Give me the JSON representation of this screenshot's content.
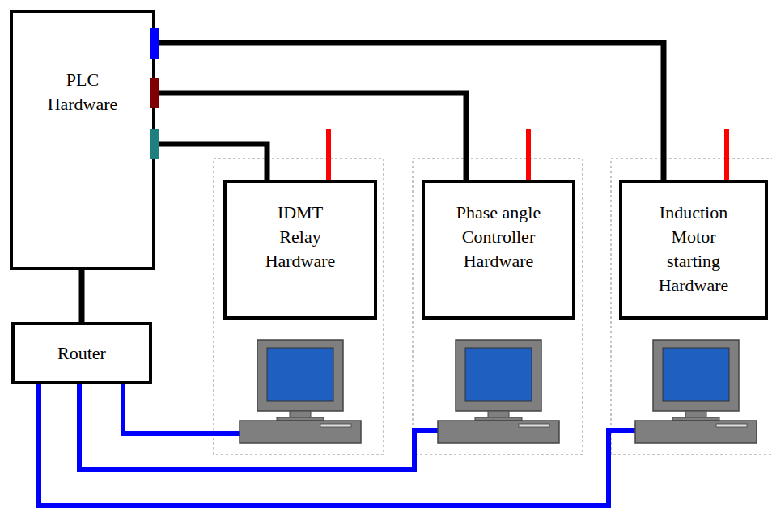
{
  "diagram": {
    "nodes": [
      {
        "text": [
          "PLC Hardware"
        ]
      },
      {
        "text": [
          "Router"
        ]
      },
      {
        "text": [
          "IDMT Relay Hardware"
        ]
      },
      {
        "text": [
          "Phase angle Controller Hardware"
        ]
      },
      {
        "text": [
          "Induction Motor starting Hardware"
        ]
      }
    ],
    "edges": [
      {
        "from": 0,
        "to": 2,
        "arrow": "none"
      },
      {
        "from": 0,
        "to": 3,
        "arrow": "none"
      },
      {
        "from": 0,
        "to": 4,
        "arrow": "none"
      },
      {
        "from": 0,
        "to": 1,
        "arrow": "none"
      }
    ]
  }
}
